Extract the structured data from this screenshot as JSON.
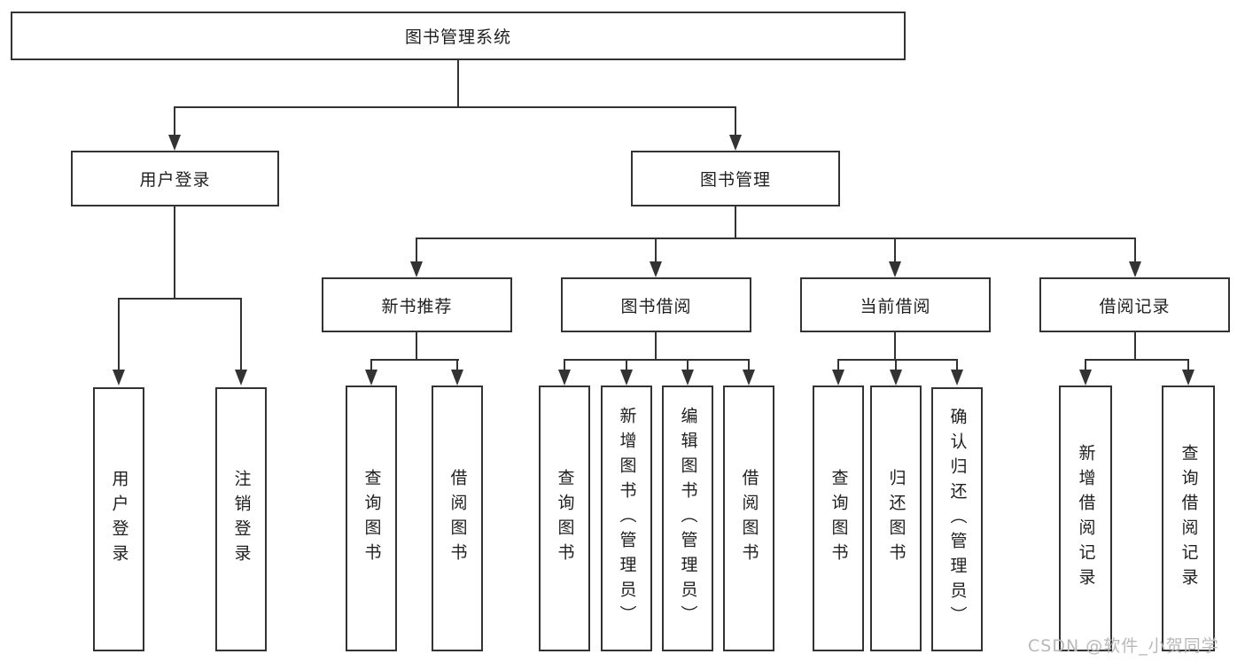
{
  "root": {
    "label": "图书管理系统"
  },
  "level2": [
    {
      "label": "用户登录"
    },
    {
      "label": "图书管理"
    }
  ],
  "level3": [
    {
      "label": "新书推荐"
    },
    {
      "label": "图书借阅"
    },
    {
      "label": "当前借阅"
    },
    {
      "label": "借阅记录"
    }
  ],
  "leaves": {
    "user_login": [
      "用户登录",
      "注销登录"
    ],
    "new_book_recommend": [
      "查询图书",
      "借阅图书"
    ],
    "book_borrow": [
      "查询图书",
      "新增图书（管理员）",
      "编辑图书（管理员）",
      "借阅图书"
    ],
    "current_borrow": [
      "查询图书",
      "归还图书",
      "确认归还（管理员）"
    ],
    "borrow_records": [
      "新增借阅记录",
      "查询借阅记录"
    ]
  },
  "watermark": "CSDN @软件_小贺同学",
  "colors": {
    "line": "#333333",
    "text": "#1f1f1f",
    "watermark": "#b9b9b9",
    "background": "#ffffff"
  }
}
